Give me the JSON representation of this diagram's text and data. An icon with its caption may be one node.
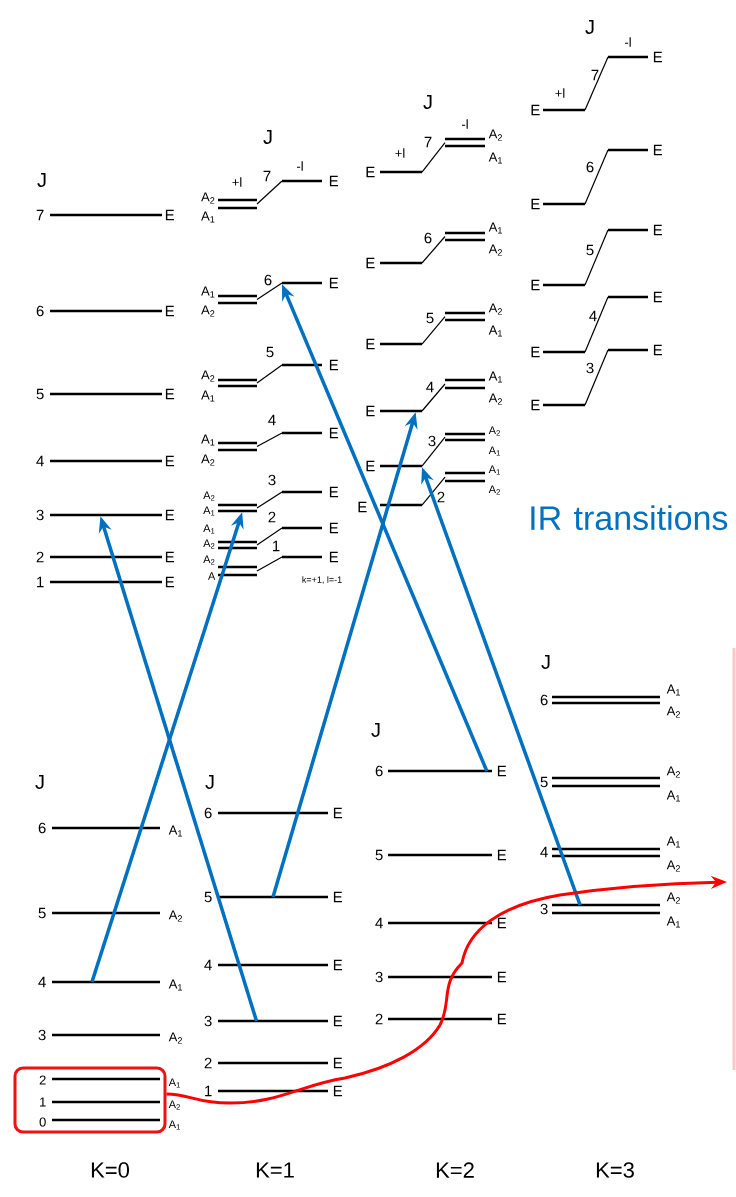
{
  "diagram": {
    "nodes": [
      {
        "text": [],
        "shape": "bar"
      },
      {
        "text": [],
        "shape": "bar"
      },
      {
        "text": [],
        "shape": "bar"
      },
      {
        "text": [],
        "shape": "bar"
      },
      {
        "text": [],
        "shape": "bar"
      },
      {
        "text": [],
        "shape": "bar"
      },
      {
        "text": [],
        "shape": "bar"
      },
      {
        "text": [],
        "shape": "bar"
      },
      {
        "text": [],
        "shape": "bar"
      },
      {
        "text": [],
        "shape": "bar"
      },
      {
        "text": [],
        "shape": "box"
      }
    ],
    "edges": [
      {
        "from": 9,
        "to": 1,
        "arrow": "to"
      },
      {
        "from": 8,
        "to": 0,
        "arrow": "to"
      },
      {
        "from": 7,
        "to": 3,
        "arrow": "to"
      },
      {
        "from": 6,
        "to": 2,
        "arrow": "to"
      },
      {
        "from": 5,
        "to": 4,
        "arrow": "to"
      },
      {
        "from": 10,
        "to": null,
        "arrow": "to",
        "color": "#ff0000"
      }
    ],
    "labels": [
      "J",
      "7",
      "E",
      "6",
      "E",
      "5",
      "E",
      "4",
      "E",
      "3",
      "E",
      "2",
      "E",
      "1",
      "E",
      "J",
      "+l",
      "7",
      "-l",
      "A$_{2}$",
      "A$_{1}$",
      "E",
      "6",
      "A$_{1}$",
      "A$_{2}$",
      "E",
      "5",
      "A$_{2}$",
      "A$_{1}$",
      "E",
      "4",
      "A$_{1}$",
      "A$_{2}$",
      "E",
      "3",
      "A$_{2}$",
      "A$_{1}$",
      "E",
      "2",
      "A$_{1}$",
      "A$_{2}$",
      "E",
      "1",
      "A$_{2}$",
      "A",
      "E",
      "k=+1, l=-1",
      "J",
      "+l",
      "7",
      "-l",
      "E",
      "A$_{2}$",
      "A$_{1}$",
      "E",
      "6",
      "A$_{1}$",
      "A$_{2}$",
      "E",
      "5",
      "A$_{2}$",
      "A$_{1}$",
      "E",
      "4",
      "A$_{1}$",
      "A$_{2}$",
      "E",
      "3",
      "A$_{2}$",
      "A$_{1}$",
      "E",
      "2",
      "A$_{1}$",
      "A$_{2}$",
      "J",
      "-l",
      "7",
      "E",
      "+l",
      "E",
      "6",
      "E",
      "E",
      "5",
      "E",
      "E",
      "4",
      "E",
      "E",
      "3",
      "E",
      "E",
      "IR transitions",
      "J",
      "6",
      "A$_{1}$",
      "5",
      "A$_{2}$",
      "4",
      "A$_{1}$",
      "3",
      "A$_{2}$",
      "2",
      "A$_{1}$",
      "1",
      "A$_{2}$",
      "0",
      "A$_{1}$",
      "J",
      "6",
      "E",
      "5",
      "E",
      "4",
      "E",
      "3",
      "E",
      "2",
      "E",
      "1",
      "E",
      "J",
      "6",
      "E",
      "5",
      "E",
      "4",
      "E",
      "3",
      "E",
      "2",
      "E",
      "J",
      "6",
      "A$_{1}$",
      "A$_{2}$",
      "5",
      "A$_{2}$",
      "A$_{1}$",
      "4",
      "A$_{1}$",
      "A$_{2}$",
      "3",
      "A$_{2}$",
      "A$_{1}$",
      "K=0",
      "K=1",
      "K=2",
      "K=3"
    ]
  }
}
